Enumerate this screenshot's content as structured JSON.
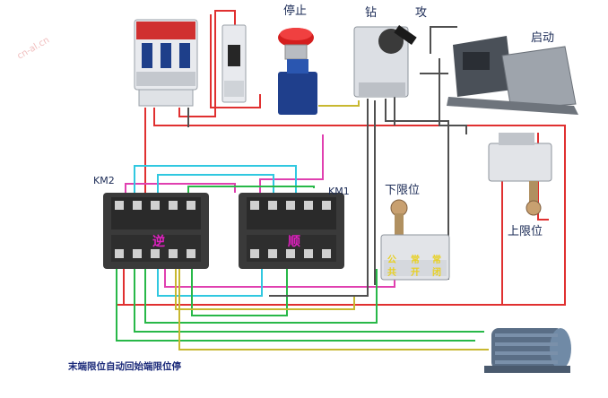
{
  "labels": {
    "stop": "停止",
    "drill_left": "钻",
    "drill_right": "攻",
    "start": "启动",
    "km2": "KM2",
    "km1": "KM1",
    "reverse": "逆",
    "forward": "顺",
    "lower_limit": "下限位",
    "upper_limit": "上限位",
    "switch_top": [
      "公",
      "常",
      "常"
    ],
    "switch_bottom": [
      "共",
      "开",
      "闭"
    ],
    "caption": "末端限位自动回始端限位停",
    "watermark": "cn-al.cn"
  },
  "colors": {
    "red_wire": "#e03030",
    "pink_wire": "#e040b0",
    "cyan_wire": "#30c8e0",
    "green_wire": "#28b848",
    "yellow_wire": "#c8b830",
    "dark_wire": "#505050",
    "label_blue": "#1a2a55"
  },
  "icons": [
    "breaker-icon",
    "stop-button-icon",
    "selector-switch-icon",
    "foot-pedal-icon",
    "limit-switch-icon",
    "contactor-icon",
    "motor-icon"
  ]
}
